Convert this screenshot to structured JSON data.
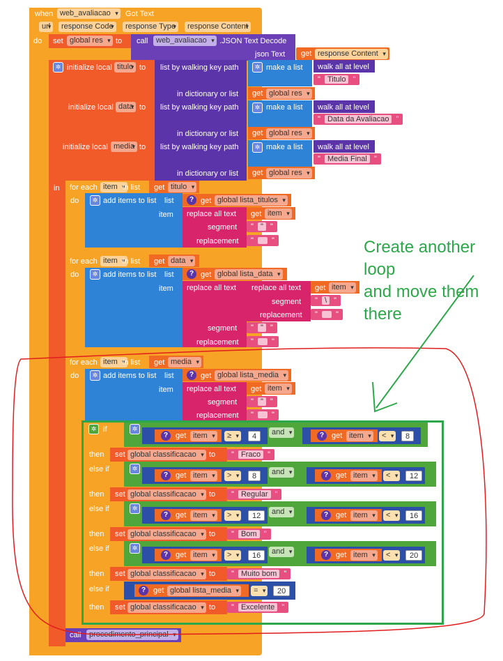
{
  "event": {
    "when": "when",
    "component": "web_avaliacao",
    "event_name": "Got Text",
    "params": [
      "url",
      "response Code",
      "response Type",
      "response Content"
    ],
    "do": "do"
  },
  "set_res": {
    "set": "set",
    "var": "global res",
    "to": "to",
    "call": "call",
    "component": "web_avaliacao",
    "method": ".JSON Text Decode",
    "arg_label": "json Text",
    "get": "get",
    "arg": "response Content"
  },
  "init_local": {
    "label": "initialize local",
    "to": "to",
    "walk": "list by walking key path",
    "make_list": "make a list",
    "walk_all": "walk all at level",
    "in_dict": "in dictionary or list",
    "get": "get",
    "global_res": "global res",
    "vars": [
      "titulo",
      "data",
      "media"
    ],
    "keys": [
      "Titulo",
      "Data da Avaliacao",
      "Media Final"
    ]
  },
  "in_label": "in",
  "loops": [
    {
      "for": "for each",
      "var": "item",
      "in_list": "in list",
      "get": "get",
      "list": "titulo",
      "do": "do",
      "add": "add items to list",
      "list_lbl": "list",
      "target": "global lista_titulos",
      "item_lbl": "item",
      "replace": "replace all text",
      "segment": "segment",
      "replacement": "replacement",
      "seg_val": "\"",
      "rep_val": ""
    },
    {
      "for": "for each",
      "var": "item",
      "in_list": "in list",
      "get": "get",
      "list": "data",
      "do": "do",
      "add": "add items to list",
      "list_lbl": "list",
      "target": "global lista_data",
      "item_lbl": "item",
      "replace": "replace all text",
      "segment": "segment",
      "replacement": "replacement",
      "inner_seg": "\\",
      "inner_rep": "",
      "seg_val": "\"",
      "rep_val": ""
    },
    {
      "for": "for each",
      "var": "item",
      "in_list": "in list",
      "get": "get",
      "list": "media",
      "do": "do",
      "add": "add items to list",
      "list_lbl": "list",
      "target": "global lista_media",
      "item_lbl": "item",
      "replace": "replace all text",
      "segment": "segment",
      "replacement": "replacement",
      "seg_val": "\"",
      "rep_val": ""
    }
  ],
  "ifblock": {
    "if": "if",
    "then": "then",
    "else_if": "else if",
    "and": "and",
    "get": "get",
    "item": "item",
    "set": "set",
    "var": "global classificacao",
    "to": "to",
    "conds": [
      {
        "op1": "≥",
        "v1": "4",
        "op2": "<",
        "v2": "8",
        "result": "Fraco"
      },
      {
        "op1": ">",
        "v1": "8",
        "op2": "<",
        "v2": "12",
        "result": "Regular"
      },
      {
        "op1": ">",
        "v1": "12",
        "op2": "<",
        "v2": "16",
        "result": "Bom"
      },
      {
        "op1": ">",
        "v1": "16",
        "op2": "<",
        "v2": "20",
        "result": "Muito bom"
      }
    ],
    "last": {
      "var": "global lista_media",
      "op": "=",
      "v": "20",
      "result": "Excelente"
    }
  },
  "call_proc": {
    "call": "call",
    "name": "procedimento_principal"
  },
  "annotation": "Create another loop\nand move them\nthere"
}
